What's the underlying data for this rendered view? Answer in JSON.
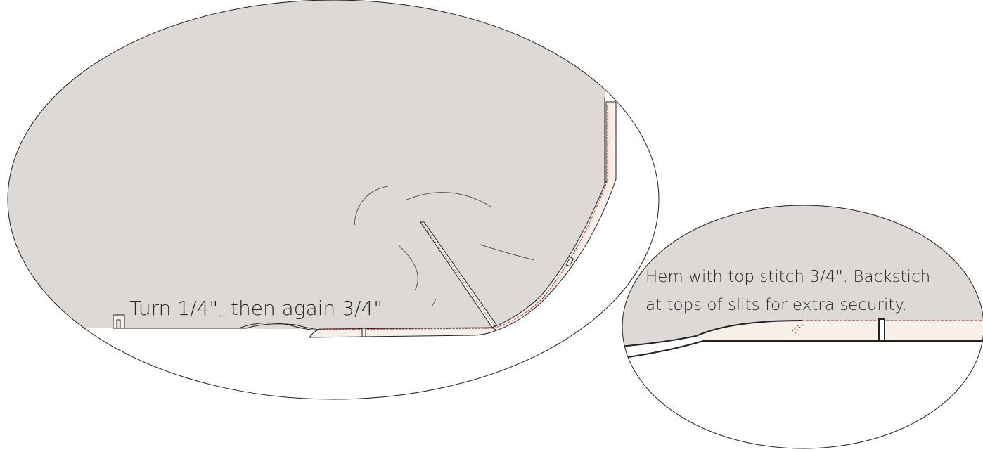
{
  "diagram": {
    "main_view": {
      "instruction": "Turn 1/4\", then again 3/4\""
    },
    "detail_view": {
      "instruction_line1": "Hem with top stitch 3/4\".  Backstich",
      "instruction_line2": "at tops of slits for extra security."
    }
  },
  "colors": {
    "fabric": "#dcd9d6",
    "hem": "#f6f0e8",
    "stitch": "#cc2222",
    "outline": "#222222"
  }
}
